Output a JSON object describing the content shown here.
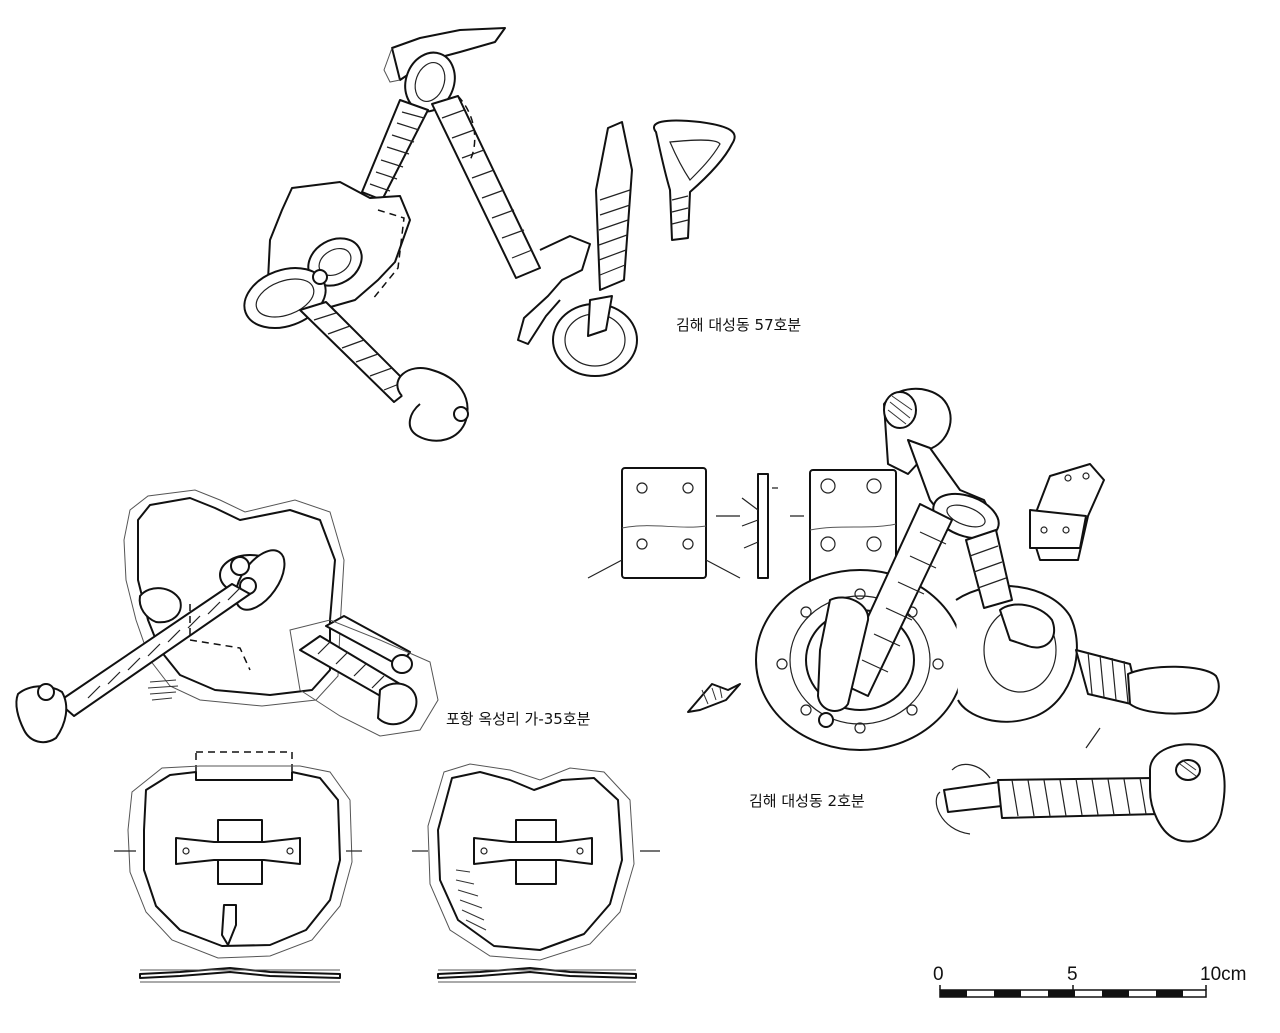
{
  "captions": {
    "gimhae_57": "김해 대성동 57호분",
    "pohang_35": "포항 옥성리 가-35호분",
    "gimhae_2": "김해 대성동 2호분"
  },
  "scale_bar": {
    "label_0": "0",
    "label_5": "5",
    "label_10": "10cm"
  }
}
